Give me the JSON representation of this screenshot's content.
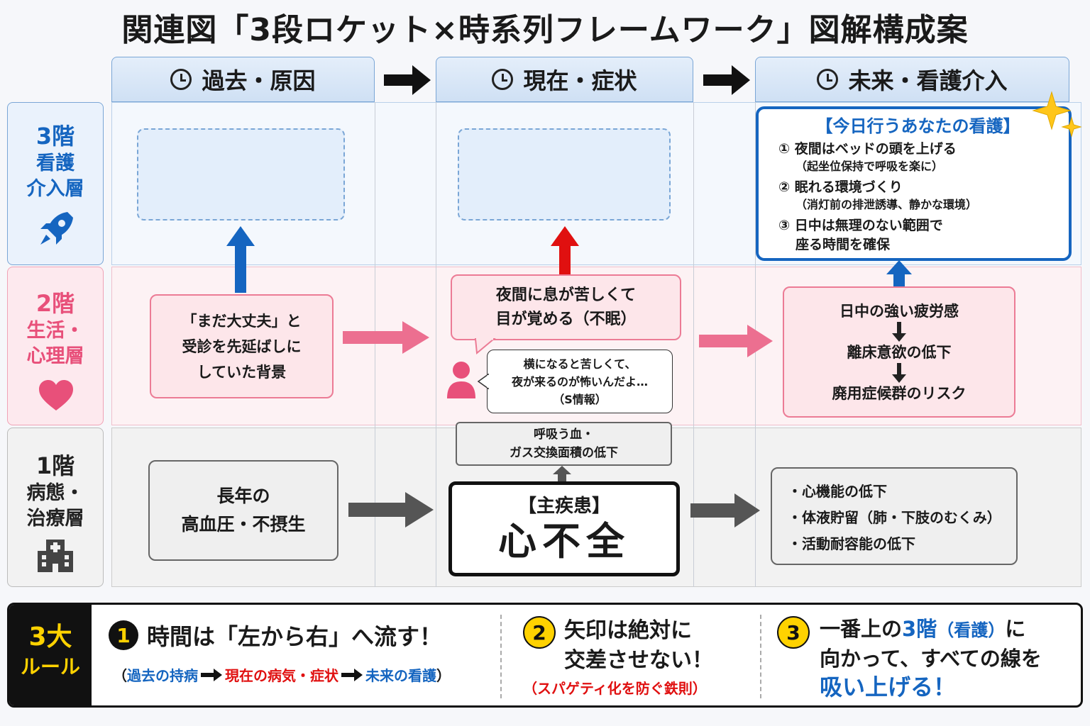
{
  "title": "関連図「3段ロケット×時系列フレームワーク」図解構成案",
  "columns": [
    {
      "label": "過去・原因",
      "icon": "clock-icon"
    },
    {
      "label": "現在・症状",
      "icon": "clock-icon"
    },
    {
      "label": "未来・看護介入",
      "icon": "clock-icon"
    }
  ],
  "rows": {
    "floor3": {
      "num": "3階",
      "name1": "看護",
      "name2": "介入層",
      "icon": "rocket-icon"
    },
    "floor2": {
      "num": "2階",
      "name1": "生活・",
      "name2": "心理層",
      "icon": "heart-icon"
    },
    "floor1": {
      "num": "1階",
      "name1": "病態・",
      "name2": "治療層",
      "icon": "hospital-icon"
    }
  },
  "nursing": {
    "heading": "【今日行うあなたの看護】",
    "item1": "① 夜間はベッドの頭を上げる",
    "item1_sub": "（起坐位保持で呼吸を楽に）",
    "item2": "② 眠れる環境づくり",
    "item2_sub": "（消灯前の排泄誘導、静かな環境）",
    "item3": "③ 日中は無理のない範囲で",
    "item3_cont": "座る時間を確保"
  },
  "life": {
    "past_line1": "「まだ大丈夫」と",
    "past_line2": "受診を先延ばしに",
    "past_line3": "していた背景",
    "present_line1": "夜間に息が苦しくて",
    "present_line2": "目が覚める（不眠）",
    "speech_line1": "横になると苦しくて、",
    "speech_line2": "夜が来るのが怖いんだよ…",
    "speech_line3": "（S情報）",
    "future_line1": "日中の強い疲労感",
    "future_line2": "離床意欲の低下",
    "future_line3": "廃用症候群のリスク"
  },
  "disease": {
    "past_line1": "長年の",
    "past_line2": "高血圧・不摂生",
    "resp_line1": "呼吸う血・",
    "resp_line2": "ガス交換面積の低下",
    "main_label": "【主疾患】",
    "main_name": "心不全",
    "future_item1": "・心機能の低下",
    "future_item2": "・体液貯留（肺・下肢のむくみ）",
    "future_item3": "・活動耐容能の低下"
  },
  "rules": {
    "heading1": "3大",
    "heading2": "ルール",
    "r1_num": "1",
    "r1_title": "時間は「左から右」へ流す！",
    "r1_sub_open": "（",
    "r1_sub_a": "過去の持病",
    "r1_sub_b": "現在の病気・症状",
    "r1_sub_c": "未来の看護",
    "r1_sub_close": "）",
    "r2_num": "2",
    "r2_title1": "矢印は絶対に",
    "r2_title2": "交差させない！",
    "r2_sub": "（スパゲティ化を防ぐ鉄則）",
    "r3_num": "3",
    "r3_a": "一番上の",
    "r3_b": "3階",
    "r3_c": "（看護）",
    "r3_d": "に",
    "r3_line2": "向かって、すべての線を",
    "r3_line3": "吸い上げる！"
  },
  "colors": {
    "blue": "#1565c0",
    "pink": "#e8507a",
    "red": "#e01010",
    "dark": "#111111",
    "yellow": "#ffd200"
  }
}
